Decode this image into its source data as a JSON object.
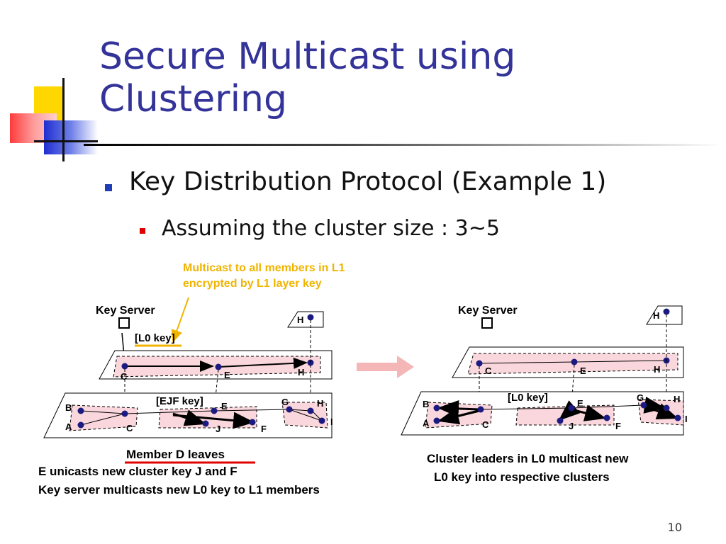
{
  "slide": {
    "title_line1": "Secure Multicast using",
    "title_line2": "Clustering",
    "bullet1": "Key Distribution Protocol (Example 1)",
    "bullet2": "Assuming the cluster size : 3~5",
    "page_number": "10"
  },
  "diagram": {
    "annotation_line1": "Multicast to all members in L1",
    "annotation_line2": "encrypted by L1 layer key",
    "left": {
      "key_server": "Key Server",
      "l0_key_label": "[L0 key]",
      "ejf_key_label": "[EJF key]",
      "nodes": {
        "H_top": "H",
        "C_l1": "C",
        "E_l1": "E",
        "H_l1": "H",
        "B": "B",
        "A": "A",
        "C": "C",
        "E": "E",
        "J": "J",
        "F": "F",
        "G": "G",
        "H": "H",
        "I": "I"
      },
      "caption_title": "Member D leaves",
      "caption_line1": "E unicasts new cluster key J and F",
      "caption_line2": "Key server multicasts new L0 key to L1 members"
    },
    "right": {
      "key_server": "Key Server",
      "l0_key_label": "[L0 key]",
      "nodes": {
        "H_top": "H",
        "C_l1": "C",
        "E_l1": "E",
        "H_l1": "H",
        "B": "B",
        "A": "A",
        "C": "C",
        "E": "E",
        "J": "J",
        "F": "F",
        "G": "G",
        "H": "H",
        "I": "I"
      },
      "caption_line1": "Cluster leaders in L0 multicast new",
      "caption_line2": "L0 key into respective clusters"
    },
    "colors": {
      "title": "#333399",
      "node": "#1a1a80",
      "cluster_fill": "#f9d7dc",
      "arrow": "#f4b6b6",
      "annotation": "#f0b400",
      "underline": "#e00000"
    }
  }
}
